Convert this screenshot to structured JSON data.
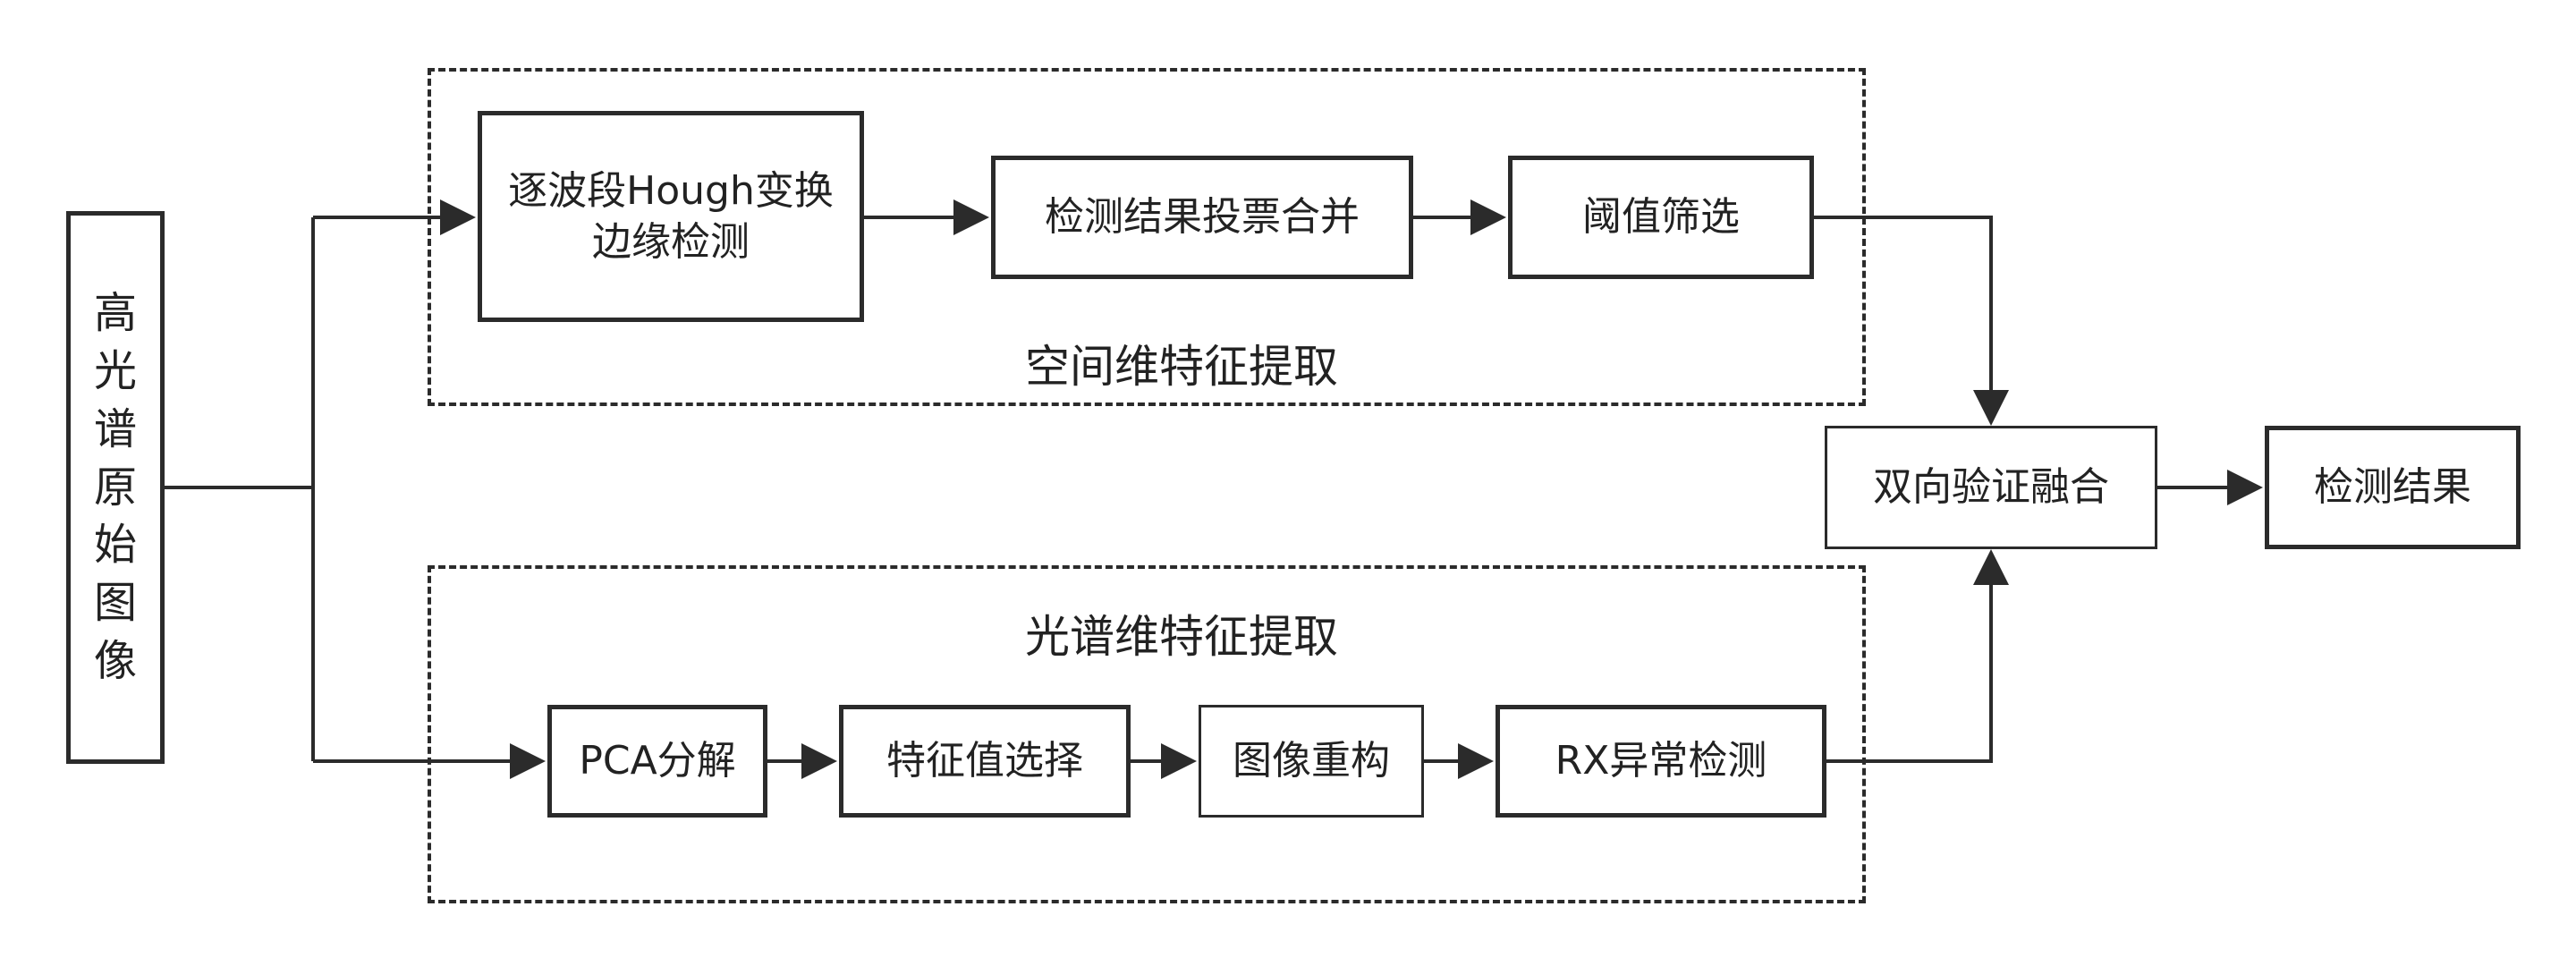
{
  "diagram": {
    "source": {
      "chars": [
        "高",
        "光",
        "谱",
        "原",
        "始",
        "图",
        "像"
      ]
    },
    "spatial_group": {
      "label": "空间维特征提取",
      "nodes": {
        "hough": {
          "line1": "逐波段Hough变换",
          "line2": "边缘检测"
        },
        "vote": {
          "label": "检测结果投票合并"
        },
        "threshold": {
          "label": "阈值筛选"
        }
      }
    },
    "spectral_group": {
      "label": "光谱维特征提取",
      "nodes": {
        "pca": {
          "label": "PCA分解"
        },
        "eigen": {
          "label": "特征值选择"
        },
        "recon": {
          "label": "图像重构"
        },
        "rx": {
          "label": "RX异常检测"
        }
      }
    },
    "fusion": {
      "label": "双向验证融合"
    },
    "result": {
      "label": "检测结果"
    },
    "colors": {
      "stroke": "#2b2b2b",
      "background": "#ffffff"
    }
  }
}
